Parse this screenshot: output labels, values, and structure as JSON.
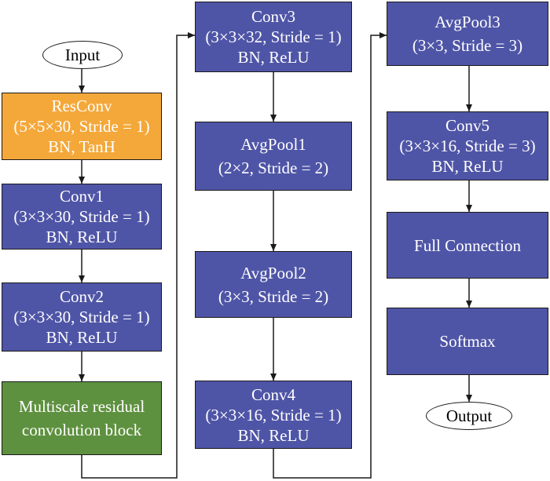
{
  "nodes": {
    "input": {
      "label": "Input"
    },
    "resconv": {
      "lines": [
        "ResConv",
        "(5×5×30, Stride = 1)",
        "BN, TanH"
      ]
    },
    "conv1": {
      "lines": [
        "Conv1",
        "(3×3×30, Stride = 1)",
        "BN, ReLU"
      ]
    },
    "conv2": {
      "lines": [
        "Conv2",
        "(3×3×30, Stride = 1)",
        "BN, ReLU"
      ]
    },
    "multiscale": {
      "lines": [
        "Multiscale residual",
        "convolution block"
      ]
    },
    "conv3": {
      "lines": [
        "Conv3",
        "(3×3×32, Stride = 1)",
        "BN, ReLU"
      ]
    },
    "avgpool1": {
      "lines": [
        "AvgPool1",
        "(2×2, Stride = 2)"
      ]
    },
    "avgpool2": {
      "lines": [
        "AvgPool2",
        "(3×3, Stride = 2)"
      ]
    },
    "conv4": {
      "lines": [
        "Conv4",
        "(3×3×16, Stride = 1)",
        "BN, ReLU"
      ]
    },
    "avgpool3": {
      "lines": [
        "AvgPool3",
        "(3×3, Stride = 3)"
      ]
    },
    "conv5": {
      "lines": [
        "Conv5",
        "(3×3×16, Stride = 3)",
        "BN, ReLU"
      ]
    },
    "fullconn": {
      "lines": [
        "Full Connection"
      ]
    },
    "softmax": {
      "lines": [
        "Softmax"
      ]
    },
    "output": {
      "label": "Output"
    }
  },
  "colors": {
    "blue": "#4f55a6",
    "orange": "#f4a83a",
    "green": "#5e913f",
    "line": "#1a1a1a"
  }
}
